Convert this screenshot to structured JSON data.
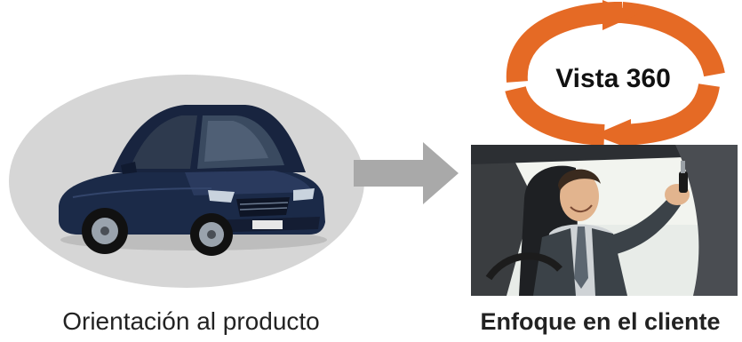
{
  "left_panel": {
    "caption": "Orientación al producto",
    "image": "sedan-car",
    "background_color": "#d6d6d6",
    "car_color": "#1b2a48"
  },
  "connector": {
    "icon": "arrow-right-icon",
    "color": "#a9a9a9"
  },
  "right_panel": {
    "cycle_label": "Vista 360",
    "cycle_color": "#e56a25",
    "image": "driver-holding-key",
    "caption": "Enfoque en el cliente"
  }
}
